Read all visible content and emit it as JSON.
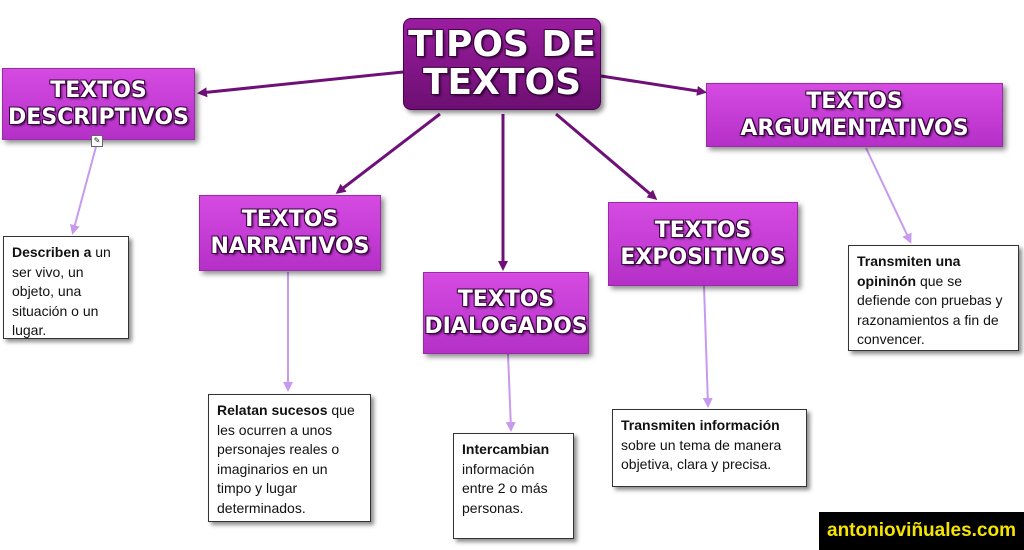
{
  "main": {
    "line1": "TIPOS DE",
    "line2": "TEXTOS"
  },
  "categories": [
    {
      "line1": "TEXTOS",
      "line2": "DESCRIPTIVOS"
    },
    {
      "line1": "TEXTOS",
      "line2": "NARRATIVOS"
    },
    {
      "line1": "TEXTOS",
      "line2": "DIALOGADOS"
    },
    {
      "line1": "TEXTOS",
      "line2": "EXPOSITIVOS"
    },
    {
      "line1": "TEXTOS",
      "line2": "ARGUMENTATIVOS"
    }
  ],
  "descriptions": [
    {
      "bold": "Describen a",
      "rest": "un ser vivo, un objeto, una situación o un lugar."
    },
    {
      "bold": "Relatan sucesos",
      "rest": "que les ocurren a unos personajes reales o imaginarios en un timpo y lugar determinados."
    },
    {
      "bold": "Intercambian",
      "rest": "información entre 2 o más personas."
    },
    {
      "bold": "Transmiten información",
      "rest": "sobre un tema de manera objetiva, clara y precisa."
    },
    {
      "bold": "Transmiten una opininón",
      "rest": "que se defiende con pruebas y razonamientos a fin de convencer."
    }
  ],
  "footer": "antoniovіñuales.com",
  "colors": {
    "main": "#7b1480",
    "category": "#c83fd8",
    "arrow_dark": "#6e1077",
    "arrow_light": "#c79af0",
    "footer_bg": "#000000",
    "footer_text": "#f5e400"
  }
}
